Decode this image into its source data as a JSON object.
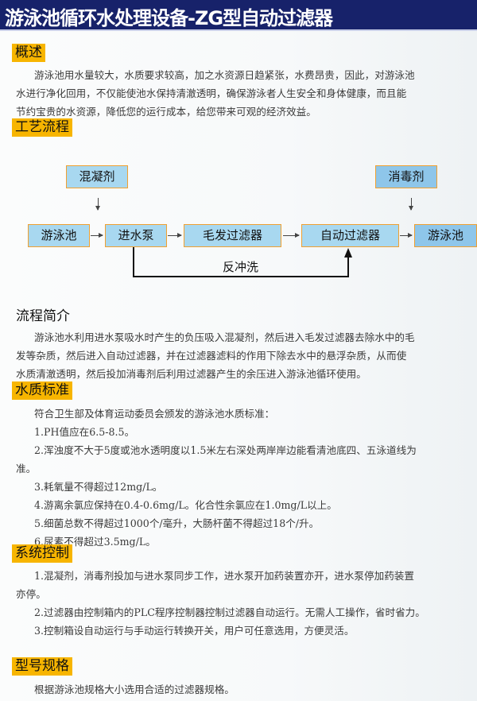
{
  "title": "游泳池循环水处理设备-ZG型自动过滤器",
  "overview": {
    "heading": "概述",
    "lines": [
      "游泳池用水量较大，水质要求较高，加之水资源日趋紧张，水费昂贵，因此，对游泳池",
      "水进行净化回用，不仅能使池水保持清澈透明，确保游泳者人生安全和身体健康，而且能",
      "节约宝贵的水资源，降低您的运行成本，给您带来可观的经济效益。"
    ]
  },
  "process": {
    "heading": "工艺流程",
    "coagulant": "混凝剂",
    "disinfectant": "消毒剂",
    "steps": [
      "游泳池",
      "进水泵",
      "毛发过滤器",
      "自动过滤器",
      "游泳池"
    ],
    "backwash": "反冲洗"
  },
  "intro": {
    "heading": "流程简介",
    "lines": [
      "游泳池水利用进水泵吸水时产生的负压吸入混凝剂，然后进入毛发过滤器去除水中的毛",
      "发等杂质，然后进入自动过滤器，并在过滤器滤料的作用下除去水中的悬浮杂质，从而使",
      "水质清澈透明，然后投加消毒剂后利用过滤器产生的余压进入游泳池循环使用。"
    ]
  },
  "water": {
    "heading": "水质标准",
    "lines": [
      "符合卫生部及体育运动委员会颁发的游泳池水质标准：",
      "1.PH值应在6.5-8.5。",
      "2.浑浊度不大于5度或池水透明度以1.5米左右深处两岸岸边能看清池底四、五泳道线为",
      "准。",
      "3.耗氧量不得超过12mg/L。",
      "4.游离余氯应保持在0.4-0.6mg/L。化合性余氯应在1.0mg/L以上。",
      "5.细菌总数不得超过1000个/毫升，大肠杆菌不得超过18个/升。",
      "6.尿素不得超过3.5mg/L。"
    ]
  },
  "control": {
    "heading": "系统控制",
    "lines": [
      "1.混凝剂，消毒剂投加与进水泵同步工作，进水泵开加药装置亦开，进水泵停加药装置",
      "亦停。",
      "2.过滤器由控制箱内的PLC程序控制器控制过滤器自动运行。无需人工操作，省时省力。",
      "3.控制箱设自动运行与手动运行转换开关，用户可任意选用，方便灵活。"
    ]
  },
  "spec": {
    "heading": "型号规格",
    "lines": [
      "根据游泳池规格大小选用合适的过滤器规格。"
    ]
  }
}
